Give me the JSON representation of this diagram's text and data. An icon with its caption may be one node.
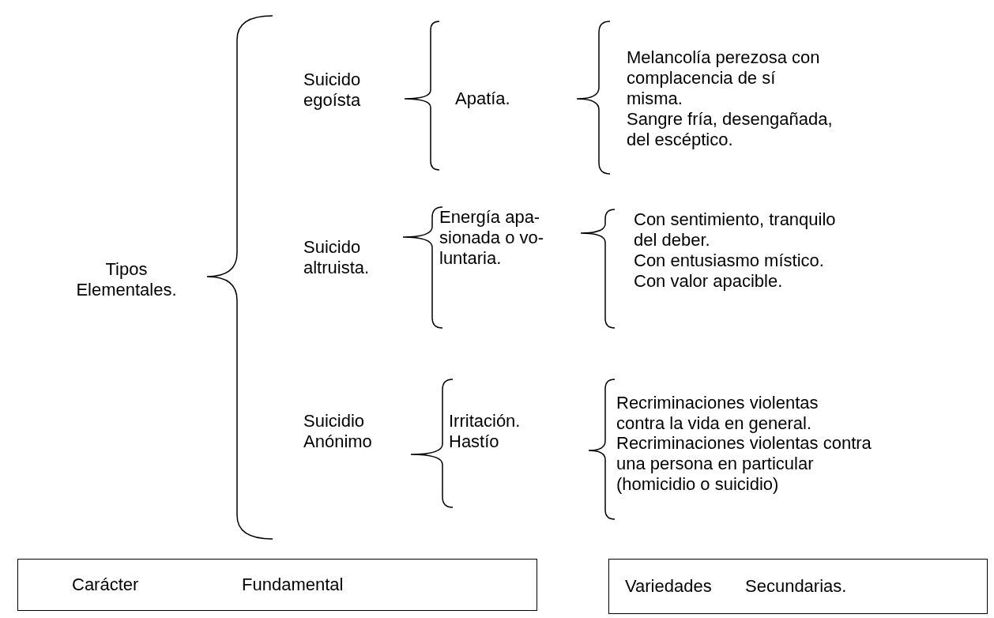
{
  "diagram": {
    "nodes": [
      {
        "text": [
          "Carácter",
          "Fundamental"
        ]
      },
      {
        "text": [
          "Variedades",
          "Secundarias."
        ]
      }
    ],
    "labels": [
      "Tipos Elementales.",
      "Suicido egoísta",
      "Apatía.",
      "Melancolía perezosa con complacencia de sí misma.",
      "Sangre fría, desengañada, del escéptico.",
      "Suicido altruista.",
      "Energía apa- sionada o vo- luntaria.",
      "Con sentimiento, tranquilo del deber.",
      "Con entusiasmo místico.",
      "Con valor apacible.",
      "Suicidio Anónimo",
      "Irritación.",
      "Hastío",
      "Recriminaciones violentas contra la vida en general.",
      "Recriminaciones violentas contra una persona en particular",
      "(homicidio o suicidio)"
    ]
  }
}
